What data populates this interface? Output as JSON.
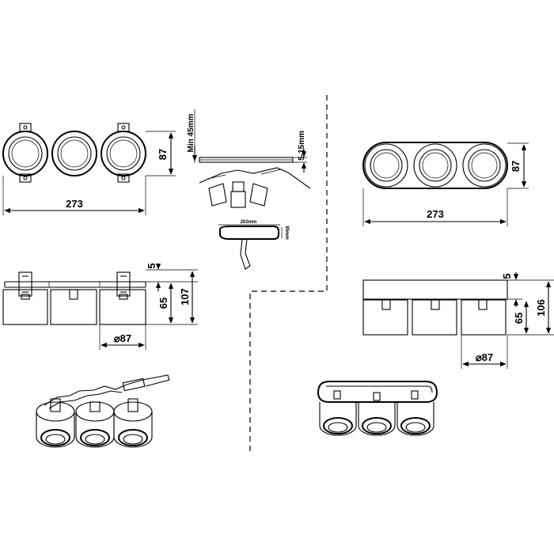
{
  "recessed_top": {
    "width": "273",
    "height": "87"
  },
  "recessed_side": {
    "top_plate": "5",
    "body": "65",
    "total": "107",
    "diameter": "⌀87"
  },
  "install_detail": {
    "ceiling": "Min 45mm",
    "thickness": "5-15mm",
    "cut_length": "263mm",
    "cut_depth": "85mm"
  },
  "surface_top": {
    "width": "273",
    "height": "87"
  },
  "surface_side": {
    "top_plate": "5",
    "body": "65",
    "total": "106",
    "diameter": "⌀87"
  },
  "colors": {
    "line": "#000000",
    "background": "#ffffff"
  }
}
